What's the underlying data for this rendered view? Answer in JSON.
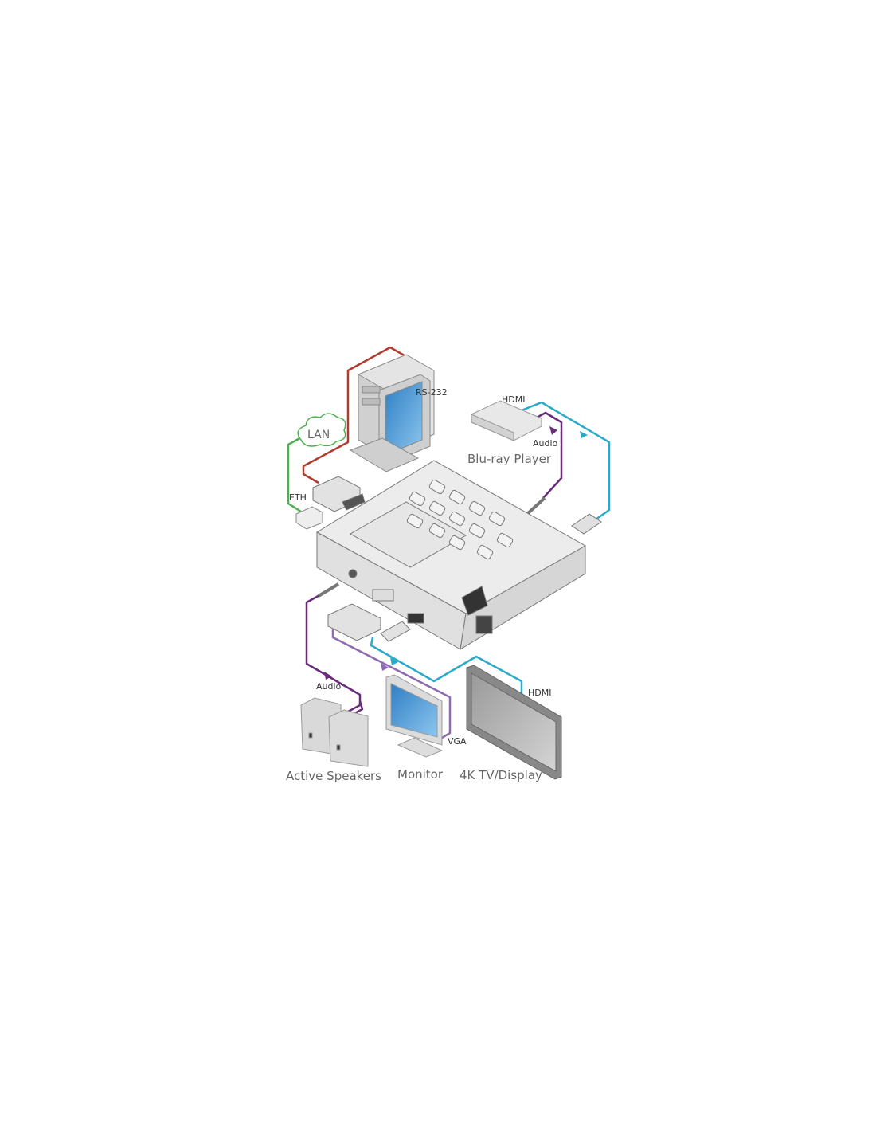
{
  "diagram": {
    "labels": {
      "rs232": "RS-232",
      "lan": "LAN",
      "eth": "ETH",
      "hdmi_in": "HDMI",
      "audio_in": "Audio",
      "bluray": "Blu-ray Player",
      "audio_out": "Audio",
      "vga": "VGA",
      "hdmi_out": "HDMI",
      "speakers": "Active Speakers",
      "monitor": "Monitor",
      "tv": "4K TV/Display"
    },
    "colors": {
      "rs232": "#b03a2e",
      "lan": "#4caf50",
      "hdmi": "#2aa9c9",
      "audio": "#6a2c7a",
      "vga": "#8e6bb0",
      "device": "#e6e6e6"
    }
  }
}
